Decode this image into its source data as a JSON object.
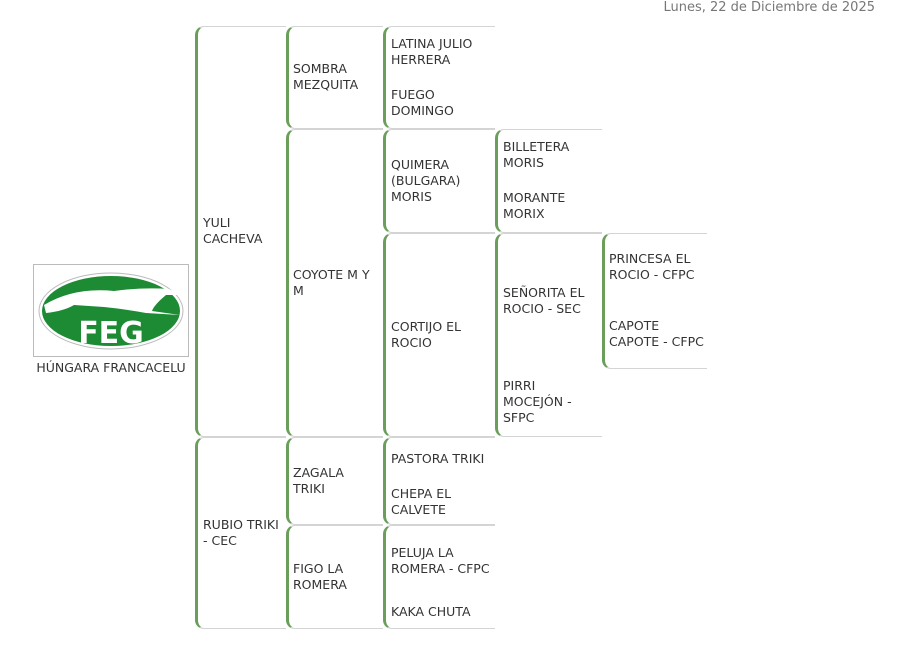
{
  "header": {
    "date": "Lunes, 22 de Diciembre de 2025"
  },
  "subject": {
    "name": "HÚNGARA FRANCACELU",
    "logo_text": "FEG"
  },
  "pedigree": {
    "sire": "YULI CACHEVA",
    "dam": "RUBIO TRIKI - CEC",
    "sire_sire": "SOMBRA MEZQUITA",
    "sire_dam": "COYOTE M Y M",
    "dam_sire": "ZAGALA TRIKI",
    "dam_dam": "FIGO LA ROMERA",
    "g3": [
      "LATINA JULIO HERRERA",
      "FUEGO DOMINGO",
      "QUIMERA (BULGARA) MORIS",
      "CORTIJO EL ROCIO",
      "PASTORA TRIKI",
      "CHEPA EL CALVETE",
      "PELUJA LA ROMERA - CFPC",
      "KAKA CHUTA"
    ],
    "g4": [
      "BILLETERA MORIS",
      "MORANTE MORIX",
      "SEÑORITA EL ROCIO - SEC",
      "PIRRI MOCEJÓN - SFPC"
    ],
    "g5": [
      "PRINCESA EL ROCIO - CFPC",
      "CAPOTE CAPOTE - CFPC"
    ]
  },
  "colors": {
    "accent": "#6a9e5a",
    "logo_green": "#1d8a34"
  }
}
